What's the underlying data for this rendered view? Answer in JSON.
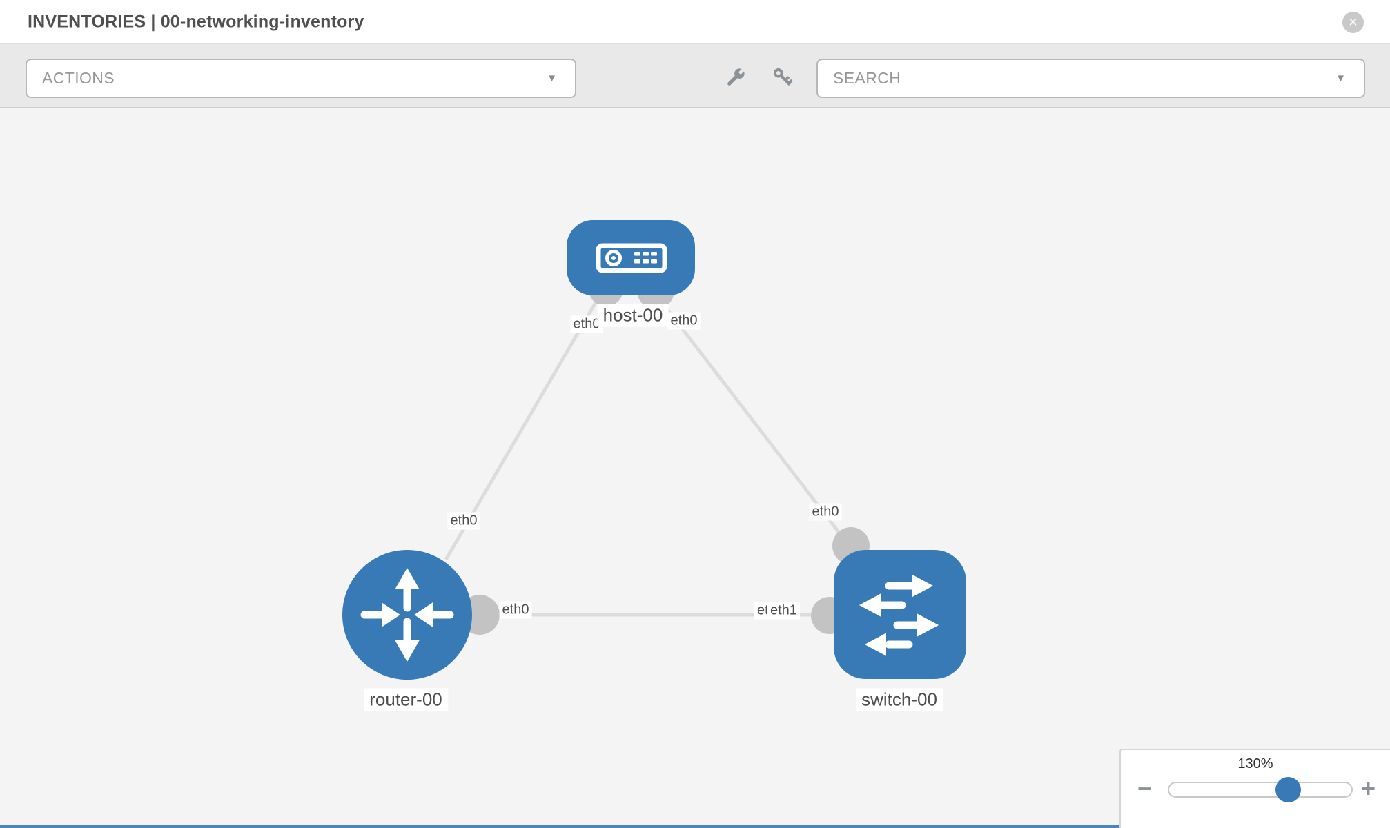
{
  "header": {
    "title": "INVENTORIES | 00-networking-inventory",
    "close_icon": "✕"
  },
  "toolbar": {
    "actions_label": "ACTIONS",
    "search_label": "SEARCH",
    "caret_icon": "▼"
  },
  "topology": {
    "nodes": {
      "host": {
        "label": "host-00",
        "type": "host"
      },
      "router": {
        "label": "router-00",
        "type": "router"
      },
      "switch": {
        "label": "switch-00",
        "type": "switch"
      }
    },
    "interfaces": {
      "host_left": "eth0",
      "host_right": "eth0",
      "router_uplink": "eth0",
      "switch_uplink": "eth0",
      "router_lan": "eth0",
      "switch_lan_under": "eth0",
      "switch_lan": "eth1"
    }
  },
  "zoom_control": {
    "level": "130%",
    "minus_icon": "−",
    "plus_icon": "+"
  },
  "colors": {
    "node_blue": "#377ab5",
    "link_gray": "#dcdcdc",
    "dot_gray": "#c3c3c3"
  }
}
